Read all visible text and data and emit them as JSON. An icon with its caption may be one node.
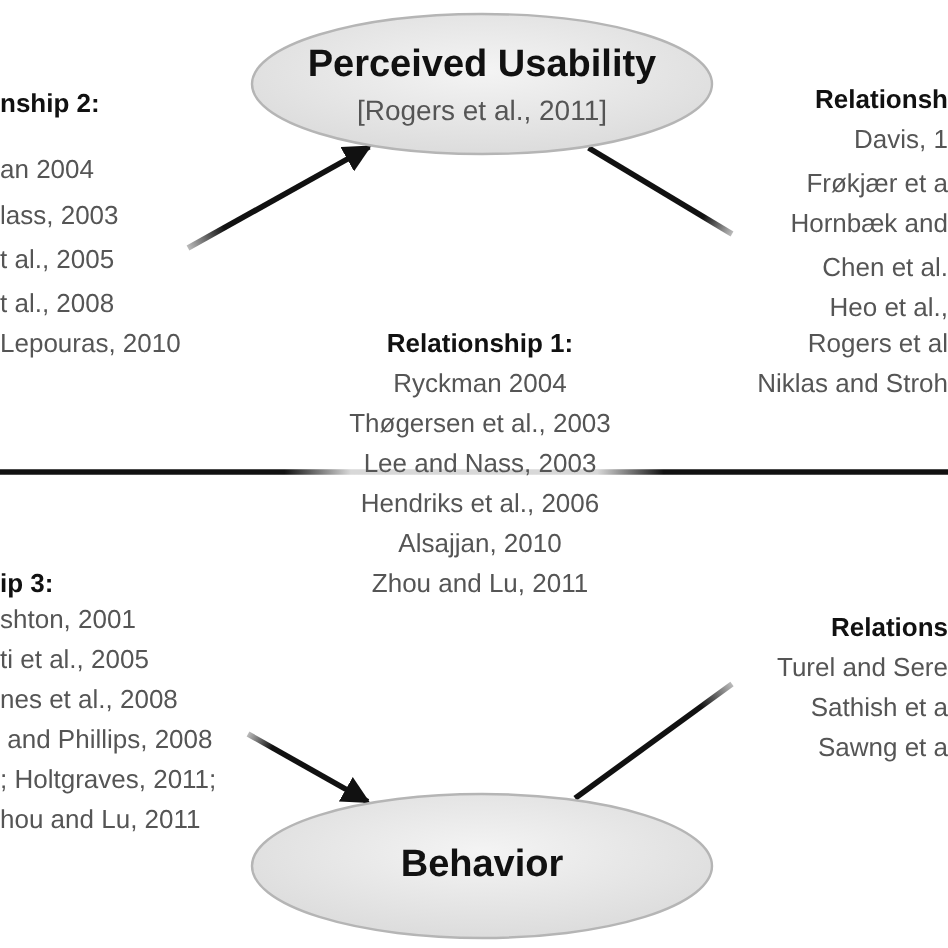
{
  "diagram": {
    "nodes": [
      {
        "text": [
          "Perceived Usability",
          "[Rogers et al., 2011]"
        ]
      },
      {
        "text": [
          "Behavior"
        ]
      }
    ],
    "edges": [
      {
        "from": null,
        "to": 0,
        "arrow": "to",
        "style": "thick"
      },
      {
        "from": 0,
        "to": null,
        "arrow": "none",
        "style": "thick"
      },
      {
        "from": null,
        "to": 1,
        "arrow": "to",
        "style": "thick"
      },
      {
        "from": 1,
        "to": null,
        "arrow": "none",
        "style": "thick"
      }
    ],
    "labels": [
      "nship 2:",
      "Relationsh",
      "an 2004",
      "Davis, 1",
      "lass, 2003",
      "Frøkjær et a",
      "t al., 2005",
      "Hornbæk and",
      "t al., 2008",
      "Chen et al.",
      "Heo et al.,",
      "Lepouras, 2010",
      "Relationship 1:",
      "Rogers et al",
      "Ryckman 2004",
      "Niklas and Stroh",
      "Thøgersen et al., 2003",
      "Lee and Nass, 2003",
      "Hendriks et al., 2006",
      "Alsajjan, 2010",
      "ip 3:",
      "Zhou and Lu, 2011",
      "shton, 2001",
      "Relations",
      "ti et al., 2005",
      "Turel and Sere",
      "nes et al., 2008",
      "Sathish et a",
      " and Phillips, 2008",
      "Sawng et a",
      "; Holtgraves, 2011;",
      "hou and Lu, 2011"
    ]
  }
}
